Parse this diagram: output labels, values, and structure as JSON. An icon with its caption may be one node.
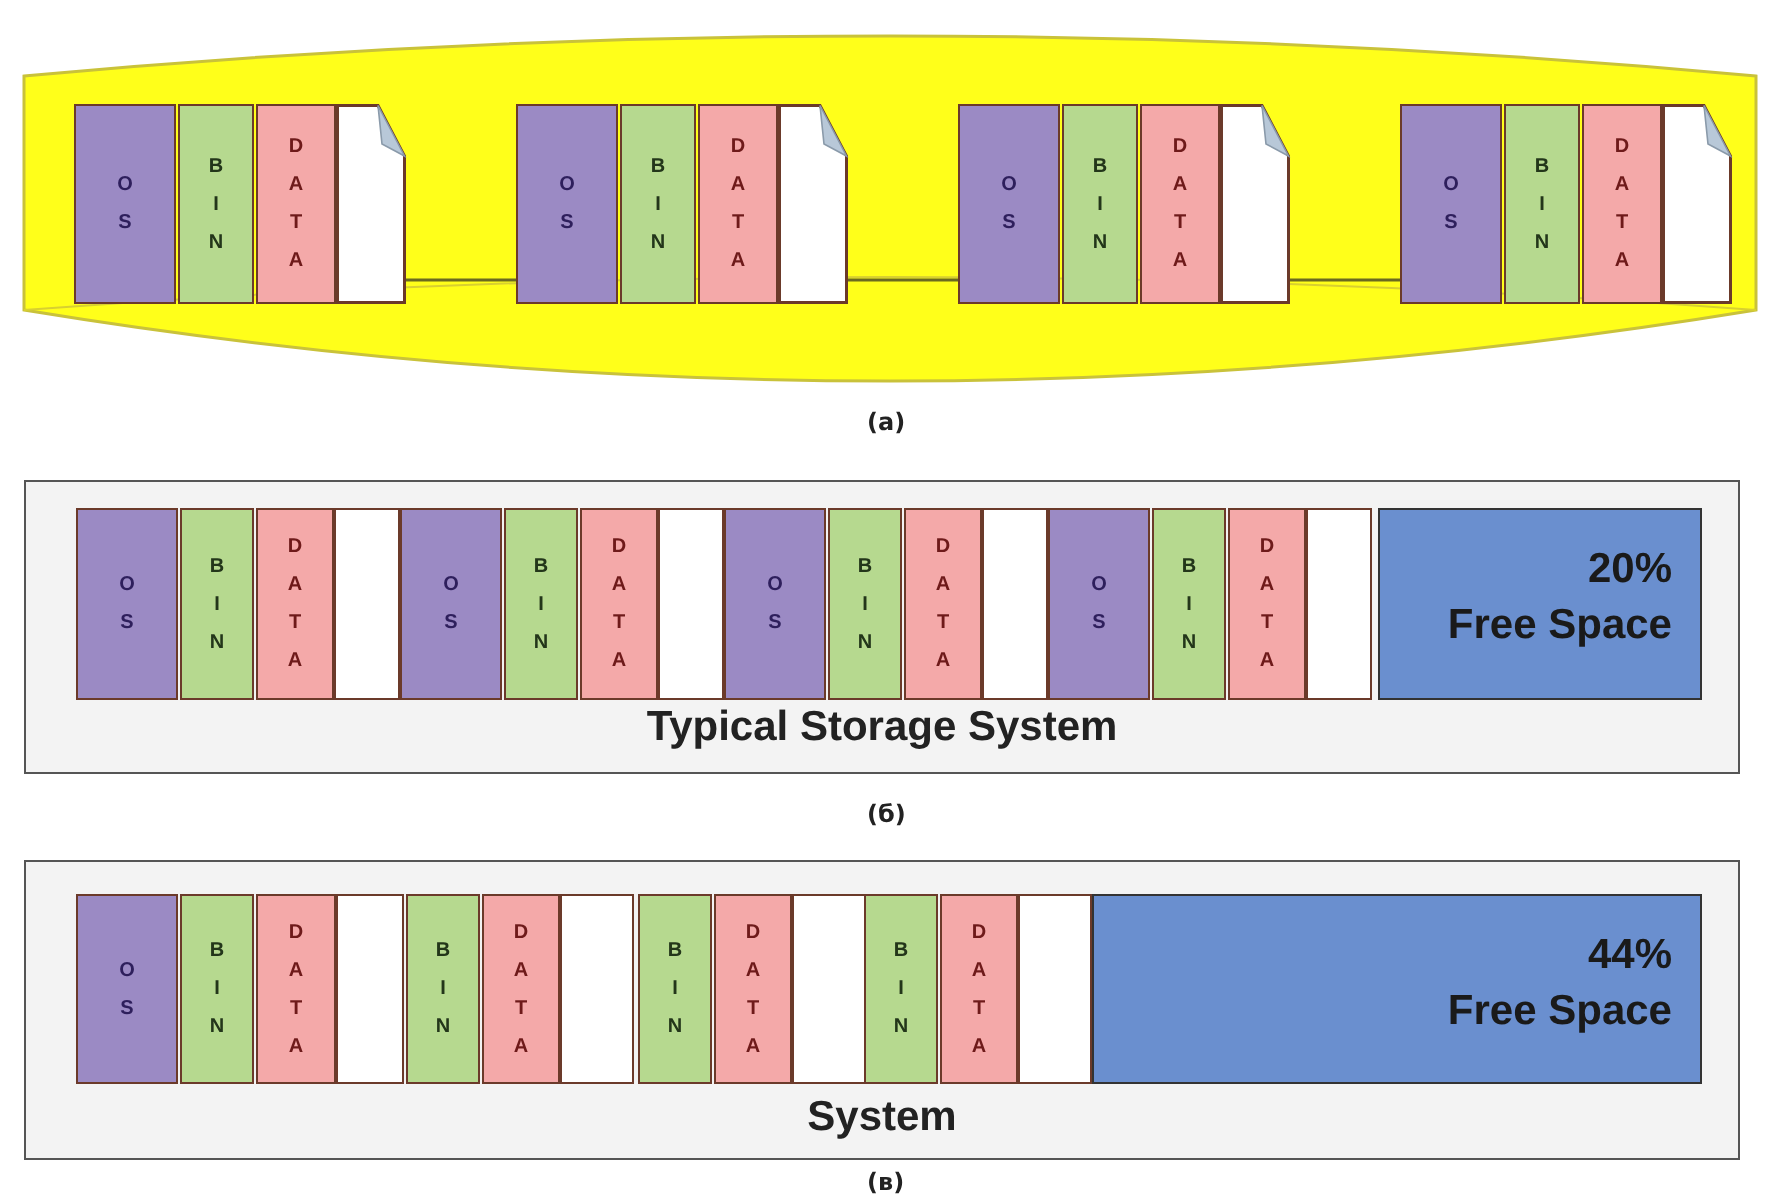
{
  "diagram": {
    "nodes": [
      {
        "text": [],
        "shape": "cylinder"
      },
      {
        "text": [
          "OS"
        ],
        "in": 0
      },
      {
        "text": [
          "BIN"
        ],
        "in": 0
      },
      {
        "text": [
          "DATA"
        ],
        "in": 0
      },
      {
        "text": [],
        "shape": "document",
        "in": 0
      },
      {
        "text": [
          "OS"
        ],
        "in": 0
      },
      {
        "text": [
          "BIN"
        ],
        "in": 0
      },
      {
        "text": [
          "DATA"
        ],
        "in": 0
      },
      {
        "text": [],
        "shape": "document",
        "in": 0
      },
      {
        "text": [
          "OS"
        ],
        "in": 0
      },
      {
        "text": [
          "BIN"
        ],
        "in": 0
      },
      {
        "text": [
          "DATA"
        ],
        "in": 0
      },
      {
        "text": [],
        "shape": "document",
        "in": 0
      },
      {
        "text": [
          "OS"
        ],
        "in": 0
      },
      {
        "text": [
          "BIN"
        ],
        "in": 0
      },
      {
        "text": [
          "DATA"
        ],
        "in": 0
      },
      {
        "text": [],
        "shape": "document",
        "in": 0
      },
      {
        "text": [
          "Typical Storage System"
        ]
      },
      {
        "text": [
          "OS"
        ],
        "in": 17
      },
      {
        "text": [
          "BIN"
        ],
        "in": 17
      },
      {
        "text": [
          "DATA"
        ],
        "in": 17
      },
      {
        "text": [],
        "shape": "box",
        "in": 17
      },
      {
        "text": [
          "OS"
        ],
        "in": 17
      },
      {
        "text": [
          "BIN"
        ],
        "in": 17
      },
      {
        "text": [
          "DATA"
        ],
        "in": 17
      },
      {
        "text": [],
        "shape": "box",
        "in": 17
      },
      {
        "text": [
          "OS"
        ],
        "in": 17
      },
      {
        "text": [
          "BIN"
        ],
        "in": 17
      },
      {
        "text": [
          "DATA"
        ],
        "in": 17
      },
      {
        "text": [],
        "shape": "box",
        "in": 17
      },
      {
        "text": [
          "OS"
        ],
        "in": 17
      },
      {
        "text": [
          "BIN"
        ],
        "in": 17
      },
      {
        "text": [
          "DATA"
        ],
        "in": 17
      },
      {
        "text": [],
        "shape": "box",
        "in": 17
      },
      {
        "text": [
          "20%",
          "Free Space"
        ],
        "in": 17
      },
      {
        "text": [
          "System"
        ]
      },
      {
        "text": [
          "OS"
        ],
        "in": 35
      },
      {
        "text": [
          "BIN"
        ],
        "in": 35
      },
      {
        "text": [
          "DATA"
        ],
        "in": 35
      },
      {
        "text": [],
        "shape": "box",
        "in": 35
      },
      {
        "text": [
          "BIN"
        ],
        "in": 35
      },
      {
        "text": [
          "DATA"
        ],
        "in": 35
      },
      {
        "text": [],
        "shape": "box",
        "in": 35
      },
      {
        "text": [
          "BIN"
        ],
        "in": 35
      },
      {
        "text": [
          "DATA"
        ],
        "in": 35
      },
      {
        "text": [],
        "shape": "box",
        "in": 35
      },
      {
        "text": [
          "BIN"
        ],
        "in": 35
      },
      {
        "text": [
          "DATA"
        ],
        "in": 35
      },
      {
        "text": [],
        "shape": "box",
        "in": 35
      },
      {
        "text": [
          "44%",
          "Free Space"
        ],
        "in": 35
      }
    ],
    "edges": [
      {
        "from": 4,
        "to": 5,
        "arrow": "none"
      },
      {
        "from": 8,
        "to": 9,
        "arrow": "none"
      },
      {
        "from": 12,
        "to": 13,
        "arrow": "none"
      }
    ],
    "labels": [
      "(a)",
      "(б)",
      "(в)"
    ]
  }
}
